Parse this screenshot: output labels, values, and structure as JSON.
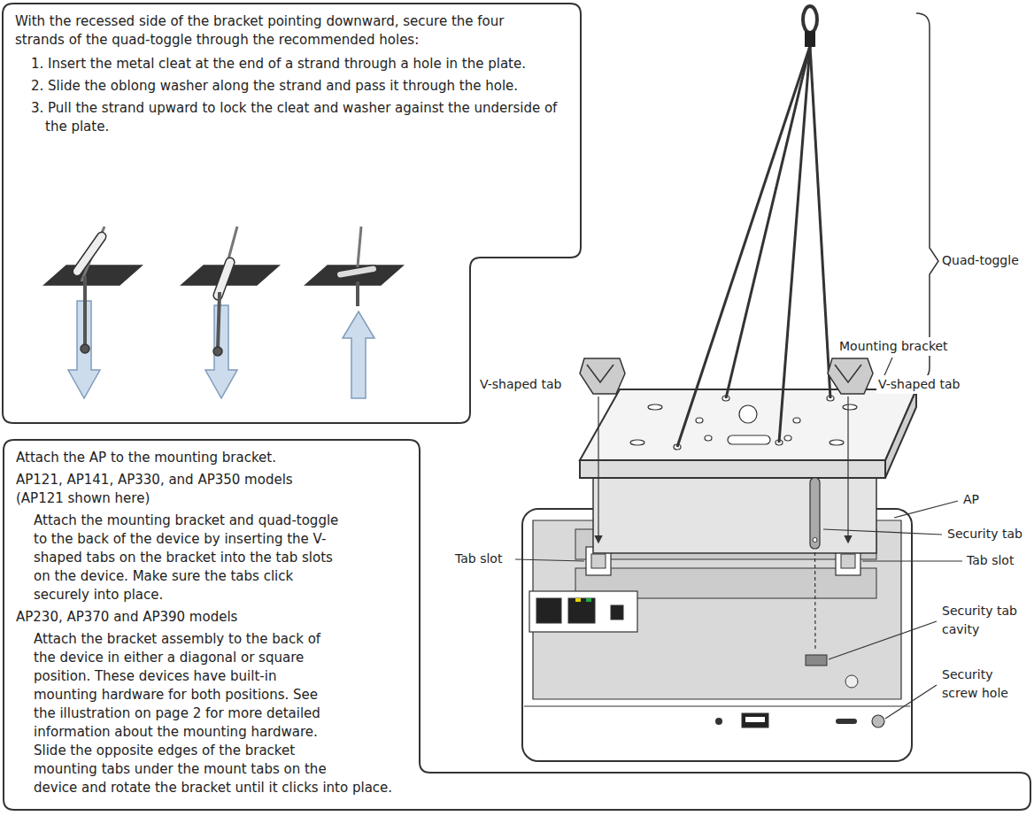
{
  "diagram": {
    "nodes": [
      {
        "text": [
          "With the recessed side of the bracket pointing downward, secure the four strands of the quad-toggle through the recommended holes:",
          "1. Insert the metal cleat at the end of a strand through a hole in the plate.",
          "2. Slide the oblong washer along the strand and pass it through the hole.",
          "3. Pull the strand upward to lock the cleat and washer against the underside of the plate."
        ]
      },
      {
        "text": [
          "Attach the AP to the mounting bracket.",
          "AP121, AP141, AP330, and AP350 models (AP121 shown here)",
          "Attach the mounting bracket and quad-toggle to the back of the device by inserting the V-shaped tabs on the bracket into the tab slots on the device. Make sure the tabs click securely into place.",
          "AP230, AP370 and AP390 models",
          "Attach the bracket assembly to the back of the device in either a diagonal or square position. These devices have built-in mounting hardware for both positions. See the illustration on page 2 for more detailed information about the mounting hardware. Slide the opposite edges of the bracket mounting tabs under the mount tabs on the device and rotate the bracket until it clicks into place."
        ]
      }
    ],
    "labels": [
      "Quad-toggle",
      "Mounting bracket",
      "V-shaped tab",
      "V-shaped tab",
      "Tab slot",
      "AP",
      "Security tab",
      "Tab slot",
      "Security tab cavity",
      "Security screw hole"
    ]
  }
}
